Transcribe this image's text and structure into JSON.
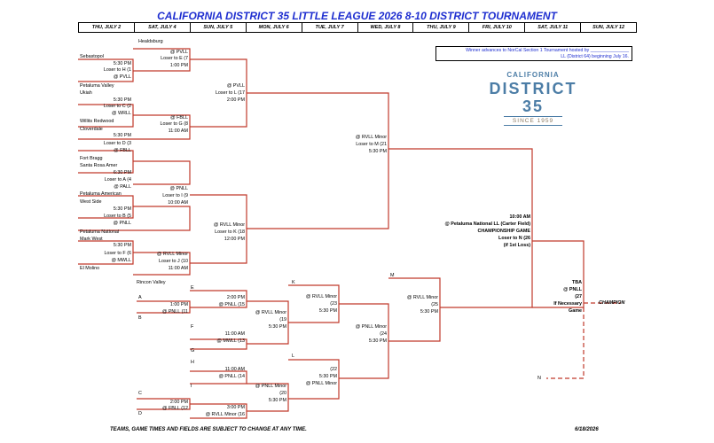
{
  "title": "CALIFORNIA DISTRICT 35 LITTLE LEAGUE     2026   8-10 DISTRICT TOURNAMENT",
  "days": [
    "THU, JULY 2",
    "SAT, JULY 4",
    "SUN, JULY 5",
    "MON, JULY 6",
    "TUE, JULY 7",
    "WED, JULY 8",
    "THU, JULY 9",
    "FRI, JULY 10",
    "SAT, JULY 11",
    "SUN, JULY 12"
  ],
  "notice": [
    "Winner advances to NorCal Section 1 Tournament hosted by _______________",
    "LL (District 64) beginning July 16."
  ],
  "logo": {
    "line1": "CALIFORNIA",
    "line2": "DISTRICT 35",
    "line3": "SINCE 1959"
  },
  "teams": {
    "healdsburg": "Healdsburg",
    "sebastopol": "Sebastopol",
    "petaluma_valley": "Petaluma Valley",
    "ukiah": "Ukiah",
    "willits": "Willits Redwood",
    "cloverdale": "Cloverdale",
    "fort_bragg": "Fort Bragg",
    "santa_rosa": "Santa Rosa Amer",
    "petaluma_american": "Petaluma American",
    "west_side": "West Side",
    "petaluma_national": "Petaluma National",
    "mark_west": "Mark West",
    "el_molino": "El Molino",
    "rincon": "Rincon Valley"
  },
  "games": {
    "g1": [
      "5:30 PM",
      "Loser to H  (1",
      "@ PVLL"
    ],
    "g2": [
      "5:30 PM",
      "Loser to C  (2",
      "@ WRLL"
    ],
    "g3": [
      "5:30 PM",
      "Loser to D  (3",
      "@ FBLL"
    ],
    "g4": [
      "6:30 PM",
      "Loser to A  (4",
      "@ PALL"
    ],
    "g5": [
      "5:30 PM",
      "Loser to B  (5",
      "@ PNLL"
    ],
    "g6": [
      "5:30 PM",
      "Loser to F  (6",
      "@ MWLL"
    ],
    "g7": [
      "@ PVLL",
      "Loser to E  (7",
      "1:00 PM"
    ],
    "g8": [
      "@ FBLL",
      "Loser to G  (8",
      "11:00 AM"
    ],
    "g9": [
      "@ PNLL",
      "Loser to I  (9",
      "10:00 AM"
    ],
    "g10": [
      "@ RVLL Minor",
      "Loser to J  (10",
      "11:00 AM"
    ],
    "g17": [
      "@ PVLL",
      "Loser to L  (17",
      "2:00 PM"
    ],
    "g18": [
      "@ RVLL Minor",
      "Loser to K  (18",
      "12:00 PM"
    ],
    "g21": [
      "@ RVLL Minor",
      "Loser to M  (21",
      "5:30 PM"
    ],
    "g26": [
      "10:00 AM",
      "@ Petaluma National LL (Carter Field)",
      "CHAMPIONSHIP GAME",
      "Loser to N  (26",
      "(if 1st Loss)"
    ],
    "g27": [
      "TBA",
      "@ PNLL",
      "(27",
      "If Necessary",
      "Game"
    ],
    "g11": [
      "1:00 PM",
      "@ PNLL      (11"
    ],
    "g12": [
      "2:00 PM",
      "@ FBLL      (12"
    ],
    "g13": [
      "11:00 AM",
      "@ MWLL      (13"
    ],
    "g14": [
      "11:00 AM",
      "@ PNLL      (14"
    ],
    "g15": [
      "2:00 PM",
      "@ PNLL      (15"
    ],
    "g16": [
      "3:00 PM",
      "@ RVLL Minor  (16"
    ],
    "g19": [
      "@ RVLL Minor",
      "(19",
      "5:30 PM"
    ],
    "g20": [
      "@ PNLL Minor",
      "(20",
      "5:30 PM"
    ],
    "g22": [
      "(22",
      "5:30 PM",
      "@ PNLL Minor"
    ],
    "g23": [
      "@ RVLL Minor",
      "(23",
      "5:30 PM"
    ],
    "g24": [
      "@ PNLL Minor",
      "(24",
      "5:30 PM"
    ],
    "g25": [
      "@ RVLL Minor",
      "(25",
      "5:30 PM"
    ]
  },
  "slots": {
    "A": "A",
    "B": "B",
    "C": "C",
    "D": "D",
    "E": "E",
    "F": "F",
    "G": "G",
    "H": "H",
    "I": "I",
    "K": "K",
    "L": "L",
    "M": "M",
    "N": "N"
  },
  "champion": "CHAMPION",
  "footer_left": "TEAMS, GAME TIMES AND FIELDS ARE SUBJECT TO CHANGE AT ANY TIME.",
  "footer_right": "6/18/2026",
  "colors": {
    "bracket_line": "#c0392b",
    "title": "#1f2fd0",
    "logo": "#4c7da6"
  }
}
